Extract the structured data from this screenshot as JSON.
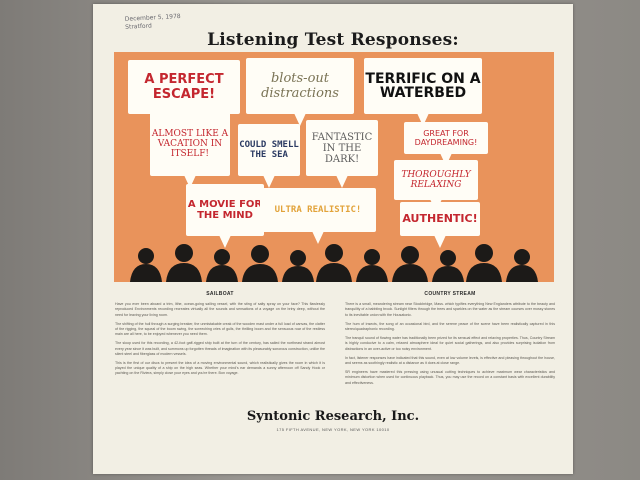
{
  "handwritten_note": "December 5, 1978 Stratford",
  "headline": "Listening Test Responses:",
  "bubbles": {
    "perfect_escape": "A PERFECT ESCAPE!",
    "blots_out": "blots-out distractions",
    "terrific": "TERRIFIC ON A WATERBED",
    "vacation": "ALMOST LIKE A VACATION IN ITSELF!",
    "smell_sea": "COULD SMELL THE SEA",
    "fantastic": "FANTASTIC IN THE DARK!",
    "daydreaming": "GREAT FOR DAYDREAMING!",
    "movie": "A MOVIE FOR THE MIND",
    "ultra": "ULTRA REALISTIC!",
    "relaxing": "THOROUGHLY RELAXING",
    "authentic": "AUTHENTIC!"
  },
  "columns": {
    "left": {
      "heading": "SAILBOAT",
      "paragraphs": [
        "Have you ever been aboard a trim, lithe, ocean-going sailing vessel, with the sting of salty spray on your face? This flawlessly reproduced Environments recording recreates virtually all the sounds and sensations of a voyage on the briny deep, without the need for leaving your living room.",
        "The shifting of the hull through a surging breaker, the unmistakable creak of the wooden mast under a full load of canvas, the clatter of the rigging, the squeal of the boom swing, the screeching cries of gulls, the thrilling boom and the sensuous roar of the restless main are all here, to be enjoyed whenever you need them.",
        "The sloop used for this recording, a 42-foot gaff-rigged ship built at the turn of the century, has sailed the northeast strand almost every year since it was built, and summons up forgotten threads of imagination with its pleasurably sonorous construction, unlike the silent steel and fiberglass of modern vessels.",
        "This is the first of our discs to present the idea of a moving environmental sound, which realistically gives the room in which it is played the unique quality of a ship on the high seas. Whether your mind's ear demands a sunny afternoon off Sandy Hook or yachting on the Riviera, simply close your eyes and you're there. Bon voyage."
      ]
    },
    "right": {
      "heading": "COUNTRY STREAM",
      "paragraphs": [
        "There is a small, meandering stream near Stockbridge, Mass. which typifies everything New Englanders attribute to the beauty and tranquility of a babbling brook. Sunlight filters through the trees and sparkles on the water as the stream courses over mossy stones to its inevitable union with the Housatonic.",
        "The hum of insects, the song of an occasional bird, and the serene peace of the scene have been realistically captured in this stereo/quadraphonic recording.",
        "The tranquil sound of flowing water has traditionally been prized for its sensual effect and relaxing properties. Thus, Country Stream is highly conducive to a calm, relaxed atmosphere ideal for quiet social gatherings, and also provides surprising isolation from distractions in an over-active or too noisy environment.",
        "In fact, listener responses have indicated that this sound, even at low volume levels, is effective and pleasing throughout the house, and seems as soothingly realistic at a distance as it does at close range.",
        "SR engineers have mastered this pressing using unusual cutting techniques to achieve maximum wear characteristics and minimum distortion when used for continuous playback. Thus, you may use the record on a constant basis with excellent durability and effectiveness."
      ]
    }
  },
  "brand": "Syntonic Research, Inc.",
  "address": "175 FIFTH AVENUE, NEW YORK, NEW YORK 10010"
}
